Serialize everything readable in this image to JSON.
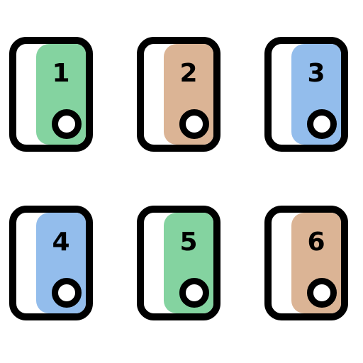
{
  "tiles": [
    {
      "number": "1",
      "color": "#84d3a0"
    },
    {
      "number": "2",
      "color": "#dbb495"
    },
    {
      "number": "3",
      "color": "#93bdec"
    },
    {
      "number": "4",
      "color": "#93bdec"
    },
    {
      "number": "5",
      "color": "#84d3a0"
    },
    {
      "number": "6",
      "color": "#dbb495"
    }
  ]
}
